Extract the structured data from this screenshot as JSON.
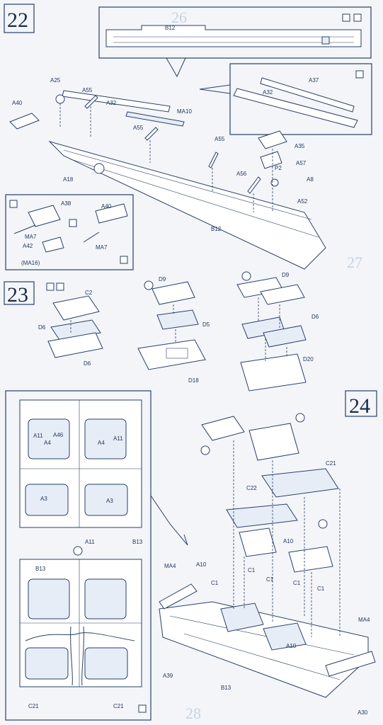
{
  "steps": [
    {
      "number": "22"
    },
    {
      "number": "23"
    },
    {
      "number": "24"
    }
  ],
  "ghost_numbers": [
    "26",
    "27",
    "28"
  ],
  "step22": {
    "labels": [
      "B12",
      "A37",
      "A32",
      "A25",
      "A55",
      "A32",
      "MA10",
      "A40",
      "A55",
      "A55",
      "A35",
      "A18",
      "A57",
      "A56",
      "P2",
      "A8",
      "A52",
      "B12",
      "A38",
      "A40",
      "MA7",
      "A42",
      "(MA16)",
      "MA7"
    ]
  },
  "step23": {
    "labels": [
      "C2",
      "D6",
      "D6",
      "D9",
      "D5",
      "D18",
      "D9",
      "D6",
      "D20"
    ]
  },
  "step24": {
    "left_labels": [
      "A11",
      "A46",
      "A4",
      "A4",
      "A11",
      "A3",
      "A3",
      "A11",
      "B13",
      "B13",
      "C21",
      "C21"
    ],
    "right_labels": [
      "C21",
      "C22",
      "A10",
      "C1",
      "C1",
      "C1",
      "C1",
      "C1",
      "A10",
      "MA4",
      "MA4",
      "A10",
      "A39",
      "B13",
      "A30"
    ]
  },
  "colors": {
    "ink": "#2a4066",
    "paper": "#f3f5f8",
    "ghost": "#c7d3e6"
  },
  "icons": [
    "paint-icon",
    "cement-icon",
    "option-icon"
  ]
}
